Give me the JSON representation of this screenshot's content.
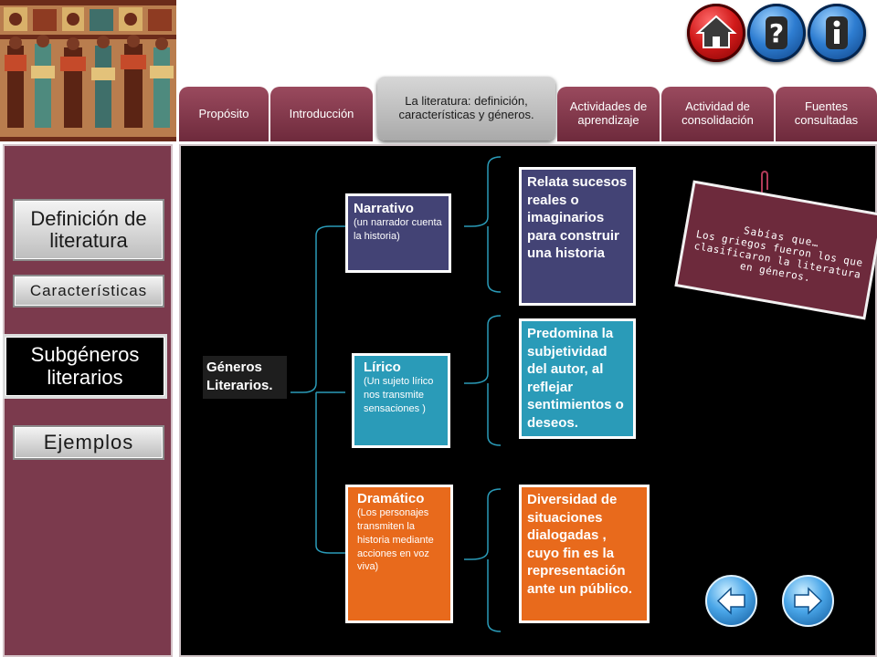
{
  "tabs": [
    {
      "label": "Propósito"
    },
    {
      "label": "Introducción"
    },
    {
      "label": "La literatura: definición, características y géneros."
    },
    {
      "label": "Actividades de aprendizaje"
    },
    {
      "label": "Actividad de consolidación"
    },
    {
      "label": "Fuentes consultadas"
    }
  ],
  "sidebar": {
    "items": [
      {
        "label": "Definición de literatura"
      },
      {
        "label": "Características"
      },
      {
        "label": "Subgéneros literarios"
      },
      {
        "label": "Ejemplos"
      }
    ]
  },
  "diagram": {
    "root": "Géneros Literarios.",
    "genres": [
      {
        "title": "Narrativo",
        "subtitle": "(un narrador cuenta la historia)",
        "description": "Relata sucesos reales o imaginarios para construir una historia",
        "color": "#434375"
      },
      {
        "title": "Lírico",
        "subtitle": "(Un sujeto lírico nos transmite sensaciones )",
        "description": "Predomina la subjetividad del autor, al reflejar sentimientos o deseos.",
        "color": "#2a9bb8"
      },
      {
        "title": "Dramático",
        "subtitle": "(Los personajes transmiten la historia mediante acciones en voz viva)",
        "description": "Diversidad de situaciones dialogadas , cuyo fin es la representación ante un público.",
        "color": "#e86a1c"
      }
    ]
  },
  "note": {
    "title": "Sabías que…",
    "body": "Los griegos fueron los que clasificaron la literatura en géneros."
  },
  "icons": {
    "home": "home-icon",
    "help": "question-icon",
    "info": "info-icon",
    "back": "arrow-left-icon",
    "forward": "arrow-right-icon"
  },
  "colors": {
    "accent": "#7b3a4d",
    "bracket": "#2a9bb8"
  }
}
